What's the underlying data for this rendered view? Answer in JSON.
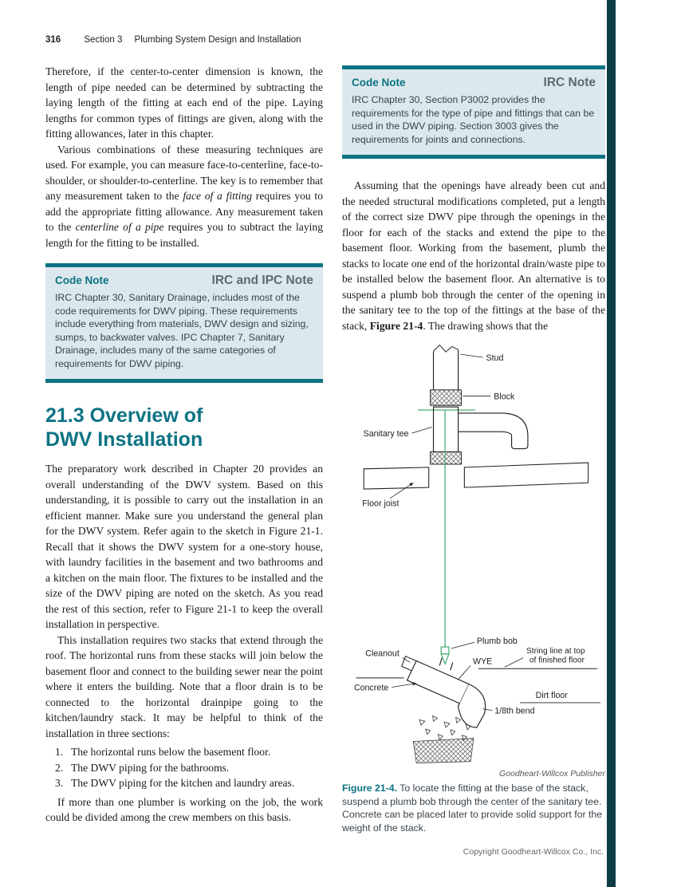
{
  "header": {
    "page_number": "316",
    "section": "Section 3",
    "title": "Plumbing System Design and Installation"
  },
  "left_column": {
    "p1": "Therefore, if the center-to-center dimension is known, the length of pipe needed can be determined by subtracting the laying length of the fitting at each end of the pipe. Laying lengths for common types of fittings are given, along with the fitting allowances, later in this chapter.",
    "p2": {
      "part1": "Various combinations of these measuring techniques are used. For example, you can measure face-to-centerline, face-to-shoulder, or shoulder-to-centerline. The key is to remember that any measurement taken to the ",
      "italic1": "face of a fitting",
      "part2": " requires you to add the appropriate fitting allowance. Any measurement taken to the ",
      "italic2": "centerline of a pipe",
      "part3": " requires you to subtract the laying length for the fitting to be installed."
    },
    "code_note": {
      "title": "Code Note",
      "type": "IRC and IPC Note",
      "body": "IRC Chapter 30, Sanitary Drainage, includes most of the code requirements for DWV piping. These requirements include everything from materials, DWV design and sizing, sumps, to backwater valves. IPC Chapter 7, Sanitary Drainage, includes many of the same categories of requirements for DWV piping."
    },
    "heading": {
      "line1": "21.3  Overview of",
      "line2": "DWV Installation"
    },
    "p3": "The preparatory work described in Chapter 20 provides an overall understanding of the DWV system. Based on this understanding, it is possible to carry out the installation in an efficient manner. Make sure you understand the general plan for the DWV system. Refer again to the sketch in Figure 21-1. Recall that it shows the DWV system for a one-story house, with laundry facilities in the basement and two bathrooms and a kitchen on the main floor. The fixtures to be installed and the size of the DWV piping are noted on the sketch. As you read the rest of this section, refer to Figure 21-1 to keep the overall installation in perspective.",
    "p4": "This installation requires two stacks that extend through the roof. The horizontal runs from these stacks will join below the basement floor and connect to the building sewer near the point where it enters the building. Note that a floor drain is to be connected to the horizontal drainpipe going to the kitchen/laundry stack. It may be helpful to think of the installation in three sections:",
    "list": [
      {
        "num": "1.",
        "text": "The horizontal runs below the basement floor."
      },
      {
        "num": "2.",
        "text": "The DWV piping for the bathrooms."
      },
      {
        "num": "3.",
        "text": "The DWV piping for the kitchen and laundry areas."
      }
    ],
    "p5": "If more than one plumber is working on the job, the work could be divided among the crew members on this basis."
  },
  "right_column": {
    "code_note": {
      "title": "Code Note",
      "type": "IRC Note",
      "body": "IRC Chapter 30, Section P3002 provides the requirements for the type of pipe and fittings that can be used in the DWV piping. Section 3003 gives the requirements for joints and connections."
    },
    "p1": {
      "part1": "Assuming that the openings have already been cut and the needed structural modifications completed, put a length of the correct size DWV pipe through the openings in the floor for each of the stacks and extend the pipe to the basement floor. Working from the basement, plumb the stacks to locate one end of the horizontal drain/waste pipe to be installed below the basement floor. An alternative is to suspend a plumb bob through the center of the opening in the sanitary tee to the top of the fittings at the base of the stack, ",
      "bold": "Figure 21-4",
      "part2": ". The drawing shows that the"
    },
    "figure": {
      "credit": "Goodheart-Willcox Publisher",
      "caption_label": "Figure 21-4.",
      "caption_text": "To locate the fitting at the base of the stack, suspend a plumb bob through the center of the sanitary tee. Concrete can be placed later to provide solid support for the weight of the stack.",
      "labels": {
        "stud": "Stud",
        "block": "Block",
        "sanitary_tee": "Sanitary tee",
        "floor_joist": "Floor joist",
        "plumb_bob": "Plumb bob",
        "cleanout": "Cleanout",
        "wye": "WYE",
        "string_line_1": "String line at top",
        "string_line_2": "of finished floor",
        "concrete": "Concrete",
        "dirt_floor": "Dirt floor",
        "eighth_bend": "1/8th bend"
      }
    }
  },
  "footer": {
    "copyright": "Copyright Goodheart-Willcox Co., Inc."
  },
  "colors": {
    "accent": "#0d7383",
    "note_bg": "#dce8ee",
    "string_green": "#57b57e"
  }
}
